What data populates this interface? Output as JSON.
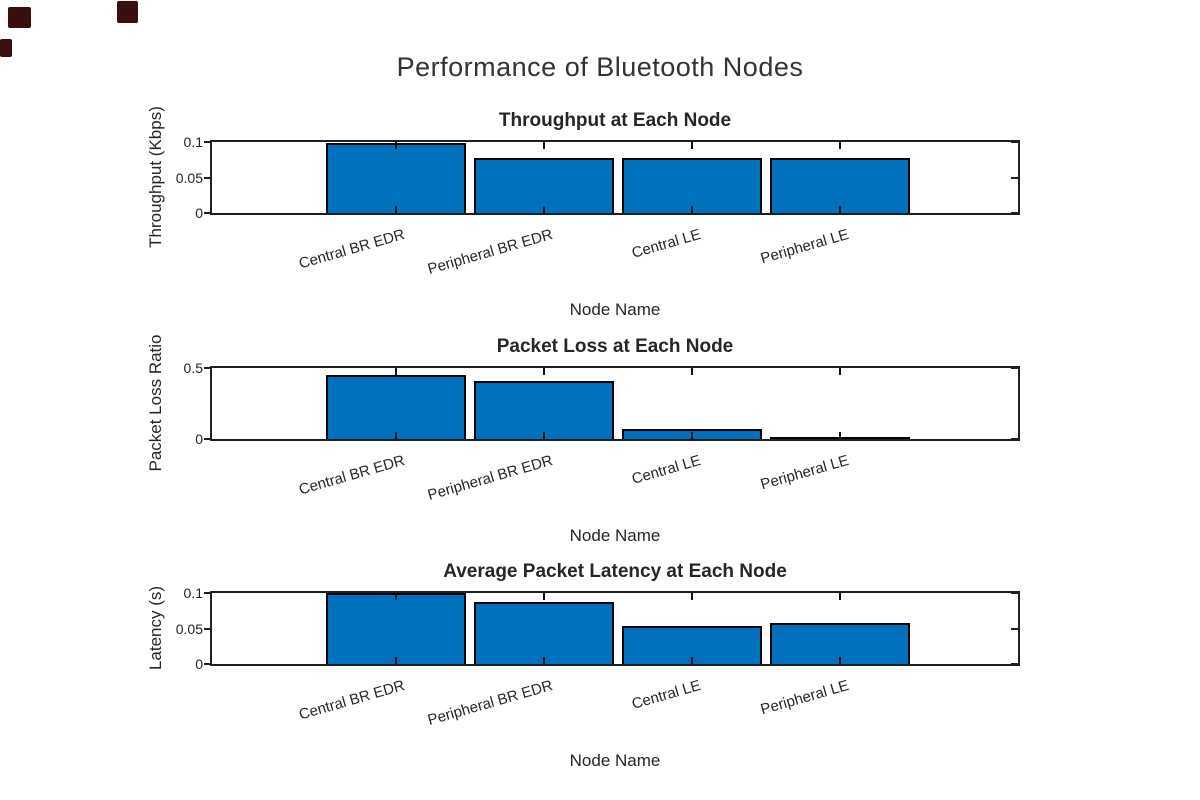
{
  "figure": {
    "main_title": "Performance of Bluetooth Nodes",
    "colors": {
      "bar_fill": "#0072BD",
      "bar_edge": "#000000",
      "axis": "#1F1F1F",
      "text": "#262626",
      "title_text": "#333333",
      "background": "#FFFFFF",
      "artifact_mark": "#3A0E0E"
    }
  },
  "chart_data": [
    {
      "type": "bar",
      "title": "Throughput at Each Node",
      "xlabel": "Node Name",
      "ylabel": "Throughput (Kbps)",
      "categories": [
        "Central BR EDR",
        "Peripheral BR EDR",
        "Central LE",
        "Peripheral LE"
      ],
      "values": [
        0.098,
        0.077,
        0.077,
        0.077
      ],
      "ylim": [
        0,
        0.1
      ],
      "yticks": [
        {
          "value": 0,
          "label": "0"
        },
        {
          "value": 0.05,
          "label": "0.05"
        },
        {
          "value": 0.1,
          "label": "0.1"
        }
      ],
      "grid": false,
      "legend": null
    },
    {
      "type": "bar",
      "title": "Packet Loss at Each Node",
      "xlabel": "Node Name",
      "ylabel": "Packet Loss Ratio",
      "categories": [
        "Central BR EDR",
        "Peripheral BR EDR",
        "Central LE",
        "Peripheral LE"
      ],
      "values": [
        0.45,
        0.41,
        0.07,
        0.012
      ],
      "ylim": [
        0,
        0.5
      ],
      "yticks": [
        {
          "value": 0,
          "label": "0"
        },
        {
          "value": 0.5,
          "label": "0.5"
        }
      ],
      "grid": false,
      "legend": null
    },
    {
      "type": "bar",
      "title": "Average Packet Latency at Each Node",
      "xlabel": "Node Name",
      "ylabel": "Latency (s)",
      "categories": [
        "Central BR EDR",
        "Peripheral BR EDR",
        "Central LE",
        "Peripheral LE"
      ],
      "values": [
        0.1,
        0.087,
        0.054,
        0.058
      ],
      "ylim": [
        0,
        0.1
      ],
      "yticks": [
        {
          "value": 0,
          "label": "0"
        },
        {
          "value": 0.05,
          "label": "0.05"
        },
        {
          "value": 0.1,
          "label": "0.1"
        }
      ],
      "grid": false,
      "legend": null
    }
  ]
}
